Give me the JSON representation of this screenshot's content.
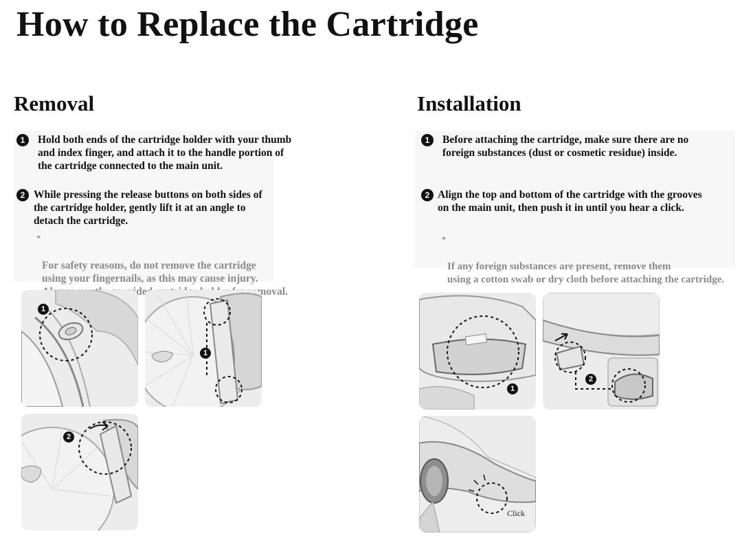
{
  "title": "How to Replace the Cartridge",
  "removal": {
    "heading": "Removal",
    "steps": [
      {
        "number": "1",
        "text": "Hold both ends of the cartridge holder with your thumb\nand index finger, and attach it to the handle portion of\nthe cartridge connected to the main unit."
      },
      {
        "number": "2",
        "text": "While pressing the release buttons on both sides of\nthe cartridge holder, gently lift it at an angle to\ndetach the cartridge."
      }
    ],
    "note_mark": "*",
    "note": "For safety reasons, do not remove the cartridge\nusing your fingernails, as this may cause injury.\nAlways use the provided cartridge holder for removal.",
    "figures": [
      {
        "badge": "1",
        "icon": "cartridge-holder-grip-illustration"
      },
      {
        "badge": "1",
        "icon": "cartridge-holder-attached-illustration"
      },
      {
        "badge": "2",
        "icon": "cartridge-lift-illustration"
      }
    ]
  },
  "installation": {
    "heading": "Installation",
    "steps": [
      {
        "number": "1",
        "text": "Before attaching the cartridge, make sure there are no\nforeign substances (dust or cosmetic residue) inside."
      },
      {
        "number": "2",
        "text": "Align the top and bottom of the cartridge with the grooves\non the main unit, then push it in until you hear a click."
      }
    ],
    "note_mark": "*",
    "note": "If any foreign substances are present, remove them\nusing a cotton swab or dry cloth before attaching the cartridge.",
    "figures": [
      {
        "badge": "1",
        "icon": "cartridge-inspect-illustration"
      },
      {
        "badge": "2",
        "icon": "cartridge-align-illustration"
      },
      {
        "badge": "",
        "icon": "cartridge-click-illustration",
        "label": "Click"
      }
    ]
  },
  "colors": {
    "text": "#111111",
    "note": "#8a8a8a",
    "panel": "#ececec"
  }
}
